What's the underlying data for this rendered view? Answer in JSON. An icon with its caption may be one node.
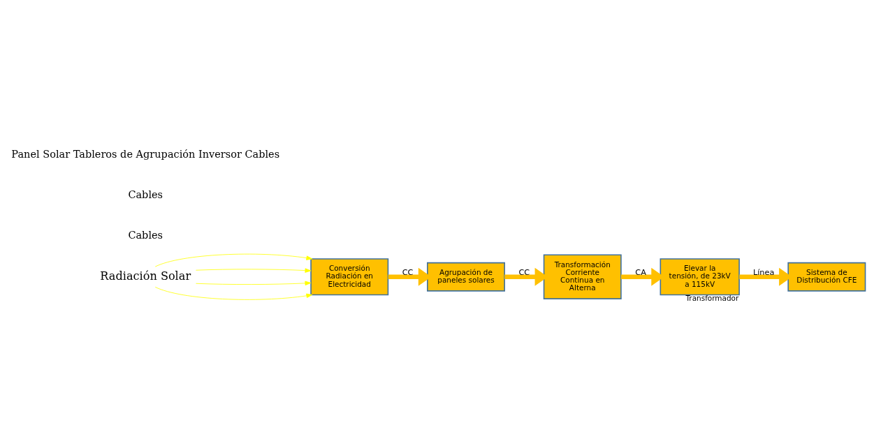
{
  "diagram": {
    "nodes": [
      {
        "text": [
          "Radiación Solar"
        ]
      },
      {
        "text": [
          "Conversión Radiación en Electricidad"
        ]
      },
      {
        "text": [
          "Agrupación de paneles solares"
        ]
      },
      {
        "text": [
          "Transformación Corriente Continua en Alterna"
        ]
      },
      {
        "text": [
          "Elevar la tensión, de 23kV a 115kV"
        ],
        "beside": [
          "Transformador"
        ]
      },
      {
        "text": [
          "Sistema de Distribución CFE"
        ]
      }
    ],
    "edges": [
      {
        "from": 0,
        "to": 1,
        "arrow": "to",
        "color": "#ffff00"
      },
      {
        "from": 0,
        "to": 1,
        "arrow": "to",
        "color": "#ffff00"
      },
      {
        "from": 0,
        "to": 1,
        "arrow": "to",
        "color": "#ffff00"
      },
      {
        "from": 0,
        "to": 1,
        "arrow": "to",
        "color": "#ffff00"
      },
      {
        "from": 1,
        "to": 2,
        "arrow": "to",
        "label": "CC",
        "style": "thick",
        "color": "#ffc000"
      },
      {
        "from": 2,
        "to": 3,
        "arrow": "to",
        "label": "CC",
        "style": "thick",
        "color": "#ffc000"
      },
      {
        "from": 3,
        "to": 4,
        "arrow": "to",
        "label": "CA",
        "style": "thick",
        "color": "#ffc000"
      },
      {
        "from": 4,
        "to": 5,
        "arrow": "to",
        "label": "Línea",
        "style": "thick",
        "color": "#ffc000"
      }
    ],
    "labels": [
      "Cables",
      "Cables",
      "Panel Solar Tableros de Agrupación Inversor Cables"
    ]
  }
}
